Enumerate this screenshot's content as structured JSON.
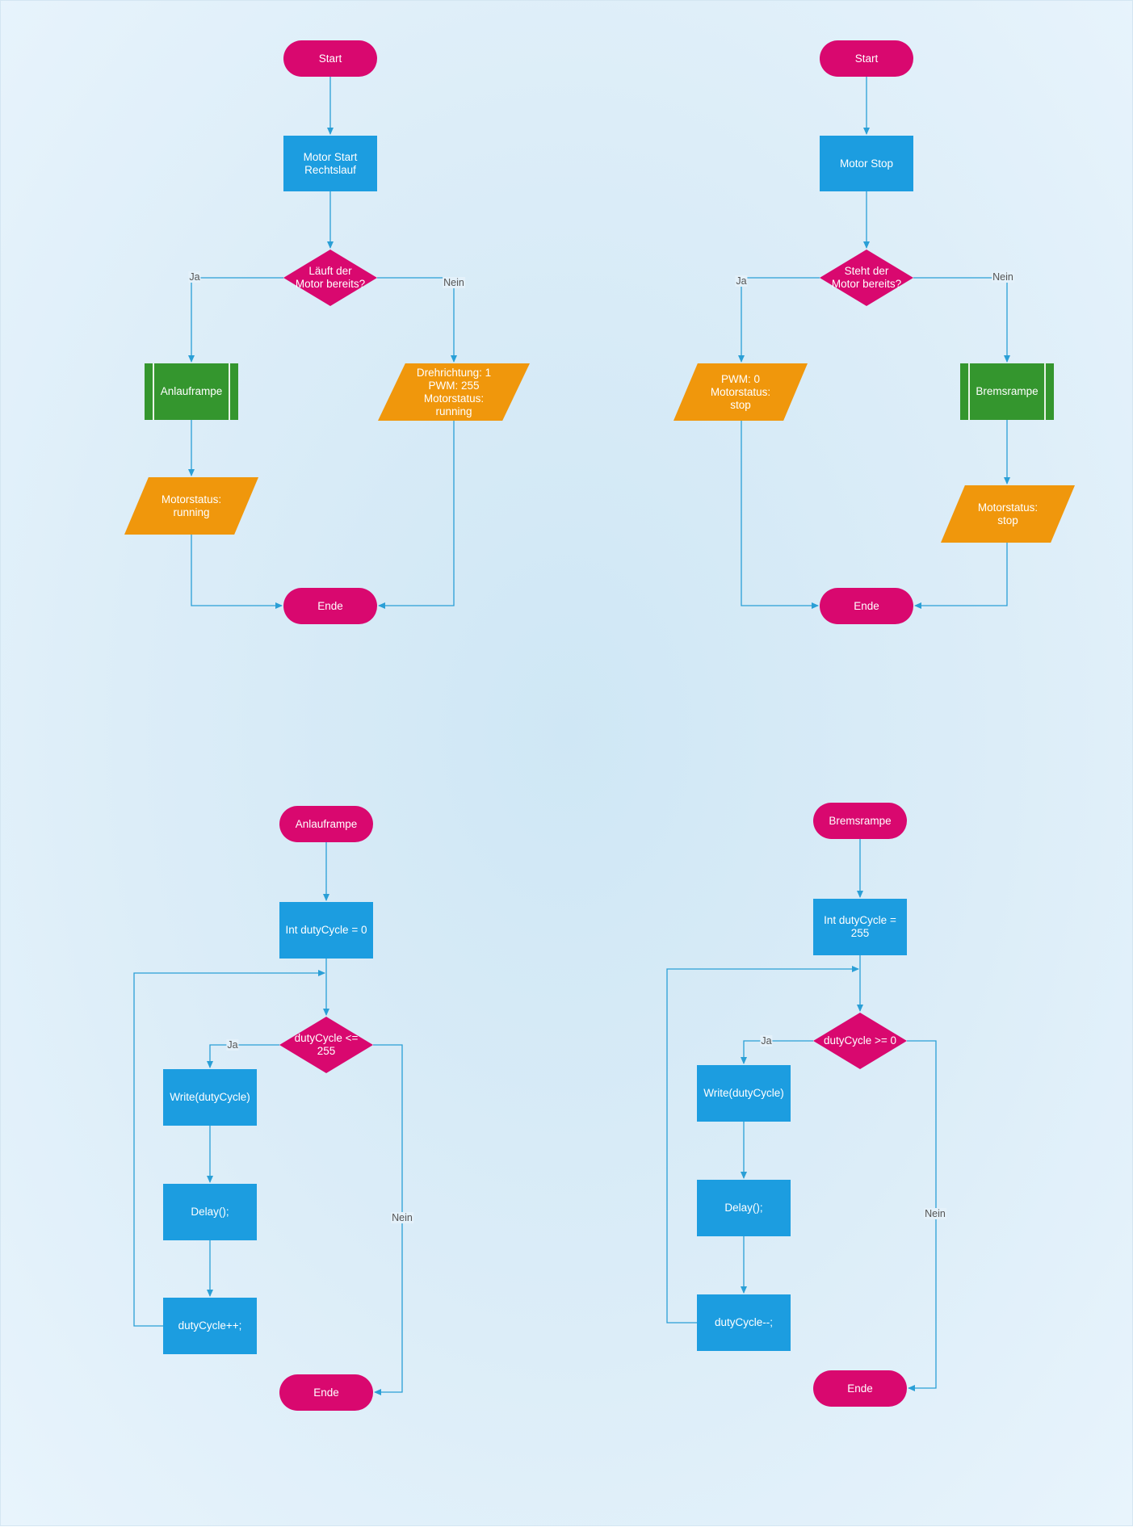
{
  "flowcharts": [
    {
      "id": "motor-start",
      "nodes": {
        "start": "Start",
        "action": "Motor Start\nRechtslauf",
        "decision": "Läuft der\nMotor bereits?",
        "yes_process": "Anlauframpe",
        "yes_output": "Motorstatus:\nrunning",
        "no_output": "Drehrichtung: 1\nPWM: 255\nMotorstatus:\nrunning",
        "end": "Ende"
      },
      "edge_labels": {
        "yes": "Ja",
        "no": "Nein"
      }
    },
    {
      "id": "motor-stop",
      "nodes": {
        "start": "Start",
        "action": "Motor Stop",
        "decision": "Steht der\nMotor bereits?",
        "yes_output": "PWM: 0\nMotorstatus:\nstop",
        "no_process": "Bremsrampe",
        "no_output": "Motorstatus:\nstop",
        "end": "Ende"
      },
      "edge_labels": {
        "yes": "Ja",
        "no": "Nein"
      }
    },
    {
      "id": "anlauframpe",
      "nodes": {
        "start": "Anlauframpe",
        "init": "Int dutyCycle = 0",
        "decision": "dutyCycle <=\n255",
        "write": "Write(dutyCycle)",
        "delay": "Delay();",
        "update": "dutyCycle++;",
        "end": "Ende"
      },
      "edge_labels": {
        "yes": "Ja",
        "no": "Nein"
      }
    },
    {
      "id": "bremsrampe",
      "nodes": {
        "start": "Bremsrampe",
        "init": "Int dutyCycle =\n255",
        "decision": "dutyCycle >= 0",
        "write": "Write(dutyCycle)",
        "delay": "Delay();",
        "update": "dutyCycle--;",
        "end": "Ende"
      },
      "edge_labels": {
        "yes": "Ja",
        "no": "Nein"
      }
    }
  ],
  "colors": {
    "terminator": "#d9086f",
    "decision": "#d9086f",
    "process": "#1c9de0",
    "io": "#f0970c",
    "subprocess": "#34962e",
    "connector": "#2a9fd6",
    "background": "#dcedf8"
  }
}
